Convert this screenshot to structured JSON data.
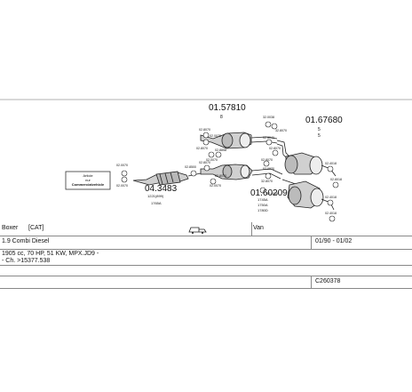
{
  "diagram": {
    "main_codes": [
      "01.57810",
      "01.67680",
      "01.60209",
      "04.3483"
    ],
    "sub_codes": [
      "8",
      "5",
      "5"
    ],
    "box_label_lines": [
      "Article",
      "nur",
      "Commercialvehicle"
    ],
    "part_labels": {
      "p1": "02.0070",
      "p2": "02.0070",
      "p3": "02.8500",
      "p4": "02.8070",
      "p5": "02.8070",
      "p6": "02.0070",
      "p7": "32.0038",
      "p8": "32.8070",
      "p9": "02.8040",
      "p10": "02.8070",
      "p11": "02.8070",
      "p12": "32.8070",
      "p13": "02.0070",
      "p14": "02.4018",
      "p15": "02.8018",
      "p16": "02.4018",
      "p17": "02.4018",
      "p18": "02.4018",
      "p19": "02.8070",
      "p20": "02.0070",
      "p21": "02.8858",
      "p22": "02.8070",
      "p23": "02.0070"
    },
    "dim_lines": [
      "1221(899)",
      "1765A",
      "1745A",
      "1750A",
      "1780D"
    ]
  },
  "table": {
    "model": "Boxer",
    "cat": "[CAT]",
    "type": "Van",
    "engine_line": "1.9 Combi Diesel",
    "date_range": "01/90 - 01/02",
    "spec_line": "1905 cc, 70 HP, 51 KW, MPX.JD9 -",
    "chassis_line": "- Ch. >15377.538",
    "ref_code": "C260378"
  }
}
